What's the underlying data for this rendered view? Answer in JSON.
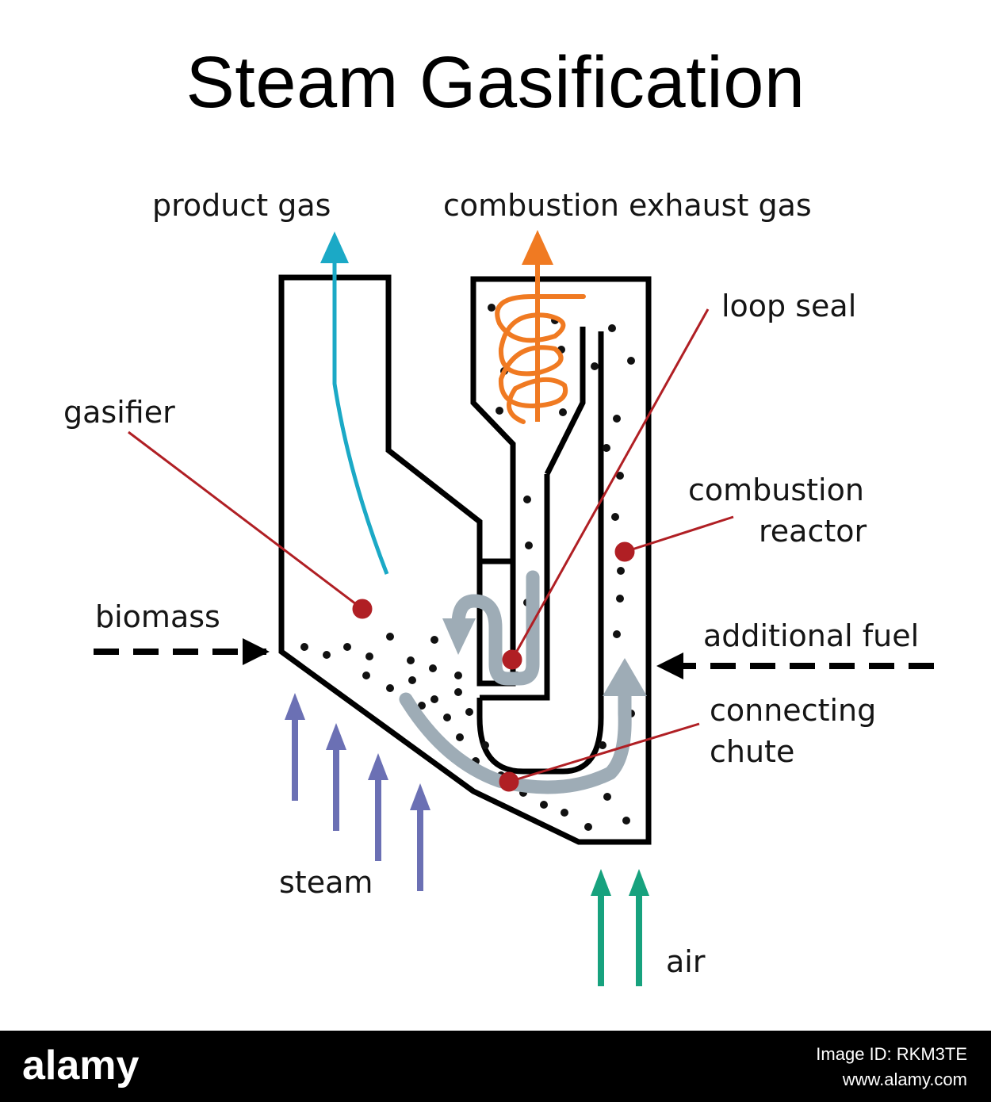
{
  "title": "Steam Gasification",
  "labels": {
    "product_gas": "product gas",
    "exhaust_gas": "combustion exhaust gas",
    "loop_seal": "loop seal",
    "gasifier": "gasifier",
    "combustion_reactor_1": "combustion",
    "combustion_reactor_2": "reactor",
    "biomass": "biomass",
    "additional_fuel": "additional fuel",
    "connecting_chute_1": "connecting",
    "connecting_chute_2": "chute",
    "steam": "steam",
    "air": "air"
  },
  "footer": {
    "brand": "alamy",
    "image_id": "Image ID: RKM3TE",
    "site": "www.alamy.com"
  },
  "colors": {
    "outline": "#000000",
    "product_gas": "#1ba9c6",
    "exhaust": "#f07a22",
    "pointer": "#b01f24",
    "steam": "#6b70b4",
    "air": "#17a27e",
    "circulation": "#9eacb6"
  },
  "icons": [
    "steam-arrow-icon",
    "air-arrow-icon",
    "feed-arrow-icon",
    "circulation-arrow-icon"
  ]
}
